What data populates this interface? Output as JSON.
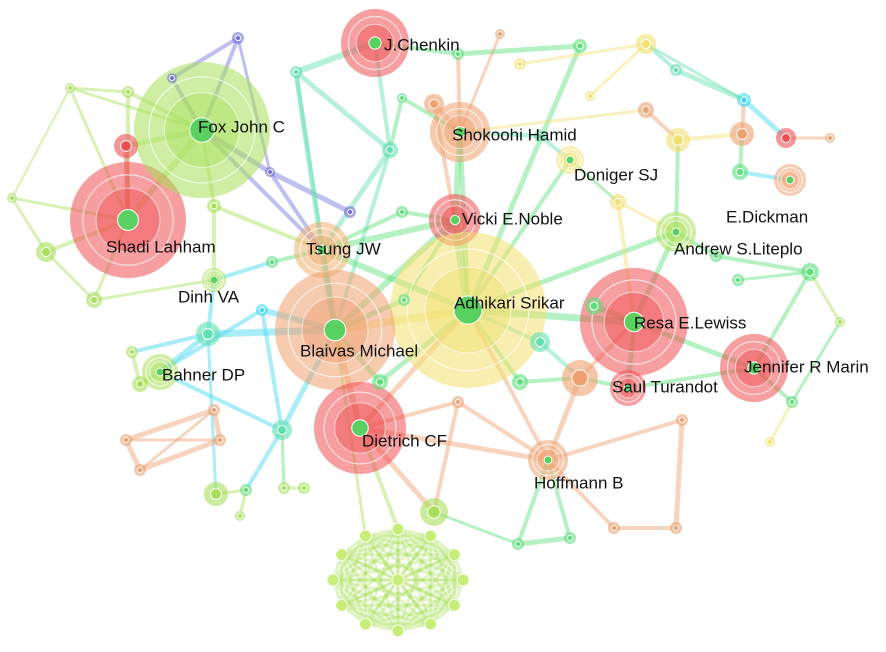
{
  "authors": [
    {
      "id": "shadi",
      "label": "Shadi Lahham",
      "color": "#ef4f52"
    },
    {
      "id": "fox",
      "label": "Fox John C",
      "color": "#a8e05a"
    },
    {
      "id": "chenkin",
      "label": "J.Chenkin",
      "color": "#ef4f52"
    },
    {
      "id": "shokoohi",
      "label": "Shokoohi Hamid",
      "color": "#f0a070"
    },
    {
      "id": "doniger",
      "label": "Doniger SJ",
      "color": "#f2e070"
    },
    {
      "id": "dickman",
      "label": "E.Dickman",
      "color": "#f0a070"
    },
    {
      "id": "noble",
      "label": "Vicki E.Noble",
      "color": "#ef4f52"
    },
    {
      "id": "tsung",
      "label": "Tsung JW",
      "color": "#f0b070"
    },
    {
      "id": "liteplo",
      "label": "Andrew S.Liteplo",
      "color": "#a8e05a"
    },
    {
      "id": "dinh",
      "label": "Dinh VA",
      "color": "#a8e05a"
    },
    {
      "id": "adhikari",
      "label": "Adhikari Srikar",
      "color": "#f2e070"
    },
    {
      "id": "blaivas",
      "label": "Blaivas Michael",
      "color": "#f0a070"
    },
    {
      "id": "lewiss",
      "label": "Resa E.Lewiss",
      "color": "#ef4f52"
    },
    {
      "id": "marin",
      "label": "Jennifer R Marin",
      "color": "#ef4f52"
    },
    {
      "id": "bahner",
      "label": "Bahner DP",
      "color": "#a8e05a"
    },
    {
      "id": "turandot",
      "label": "Saul Turandot",
      "color": "#ef4f52"
    },
    {
      "id": "dietrich",
      "label": "Dietrich CF",
      "color": "#ef4f52"
    },
    {
      "id": "hoffmann",
      "label": "Hoffmann B",
      "color": "#f0a070"
    }
  ],
  "cluster_colors": {
    "red": "#ef4f52",
    "orange": "#f0a070",
    "yellow": "#f2e070",
    "lime": "#a8e05a",
    "green": "#5ce07a",
    "teal": "#60e0b0",
    "cyan": "#40d8f0",
    "blue": "#7070e0"
  }
}
